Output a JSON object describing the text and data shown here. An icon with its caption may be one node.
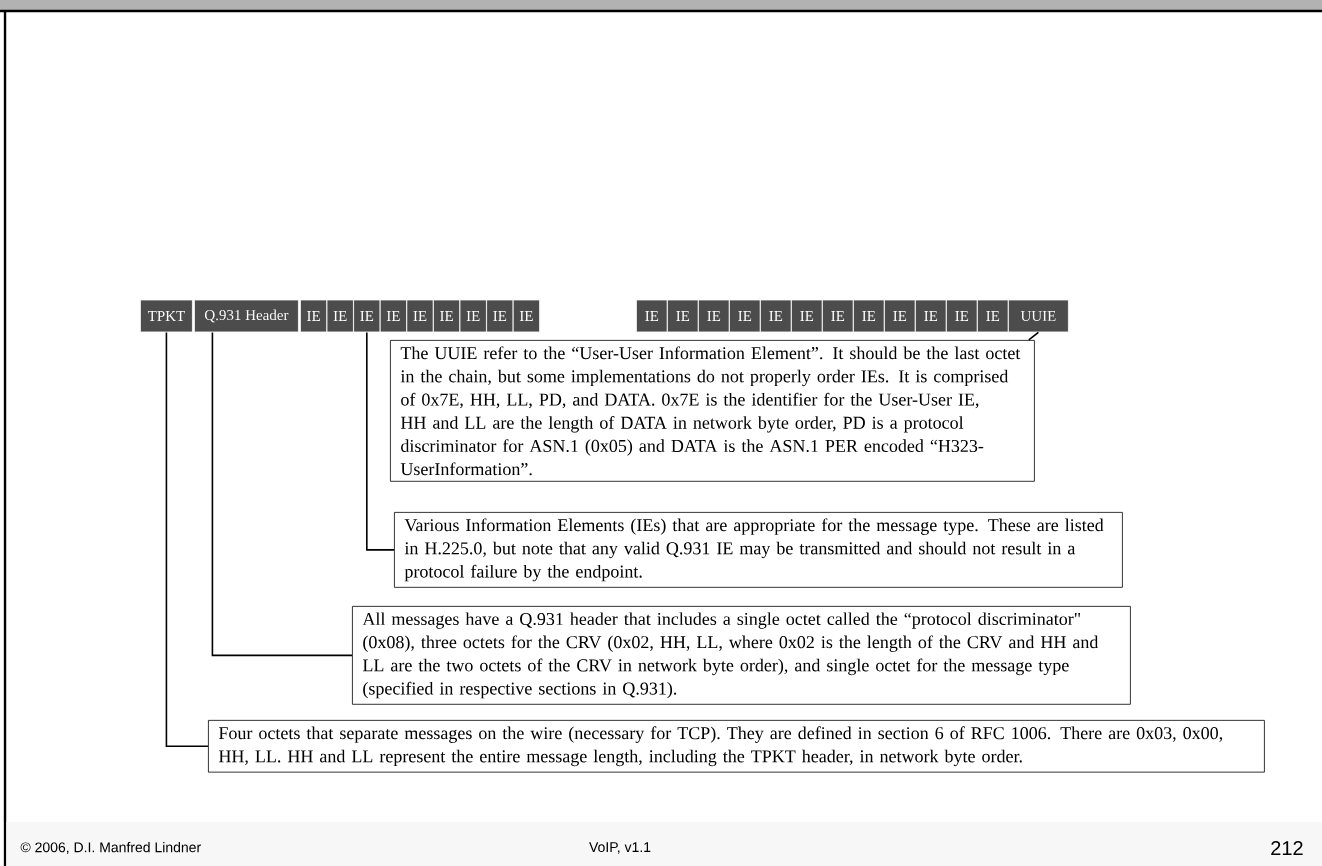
{
  "diagram": {
    "nodes": [
      {
        "text": [
          "TPKT"
        ]
      },
      {
        "text": [
          "Q.931 Header"
        ]
      },
      {
        "text": [
          "IE"
        ]
      },
      {
        "text": [
          "IE"
        ]
      },
      {
        "text": [
          "IE"
        ]
      },
      {
        "text": [
          "IE"
        ]
      },
      {
        "text": [
          "IE"
        ]
      },
      {
        "text": [
          "IE"
        ]
      },
      {
        "text": [
          "IE"
        ]
      },
      {
        "text": [
          "IE"
        ]
      },
      {
        "text": [
          "IE"
        ]
      },
      {
        "text": [
          "IE"
        ]
      },
      {
        "text": [
          "IE"
        ]
      },
      {
        "text": [
          "IE"
        ]
      },
      {
        "text": [
          "IE"
        ]
      },
      {
        "text": [
          "IE"
        ]
      },
      {
        "text": [
          "IE"
        ]
      },
      {
        "text": [
          "IE"
        ]
      },
      {
        "text": [
          "IE"
        ]
      },
      {
        "text": [
          "IE"
        ]
      },
      {
        "text": [
          "IE"
        ]
      },
      {
        "text": [
          "IE"
        ]
      },
      {
        "text": [
          "IE"
        ]
      },
      {
        "text": [
          "UUIE"
        ]
      },
      {
        "text": [
          "The UUIE refer to the “User-User Information Element”.  It should be the last octet in the chain, but some implementations do not properly order IEs.  It is comprised of 0x7E, HH, LL, PD, and DATA.  0x7E is the identifier for the User-User IE, HH and LL are the length of DATA in network byte order, PD is a protocol discriminator for ASN.1 (0x05) and DATA is the ASN.1 PER encoded “H323-UserInformation”."
        ]
      },
      {
        "text": [
          "Various Information Elements (IEs) that are appropriate for the message type.  These are listed in H.225.0, but note that any valid Q.931 IE may be transmitted and should not result in a protocol failure by the endpoint."
        ]
      },
      {
        "text": [
          "All messages have a Q.931 header that includes a single octet called the “protocol discriminator\" (0x08), three octets for the CRV (0x02, HH, LL, where 0x02 is the length of the CRV and HH and LL are the two octets of the CRV in network byte order), and single octet for the message type (specified in respective sections in Q.931)."
        ]
      },
      {
        "text": [
          "Four octets that separate messages on the wire (necessary for TCP).  They are defined in section 6 of RFC 1006.  There are 0x03, 0x00, HH, LL.  HH and LL represent the entire message length, including the TPKT header, in network byte order."
        ]
      }
    ],
    "edges": [
      {
        "from": 24,
        "to": 23,
        "arrow": "none"
      },
      {
        "from": 25,
        "to": 4,
        "arrow": "none"
      },
      {
        "from": 26,
        "to": 1,
        "arrow": "none"
      },
      {
        "from": 27,
        "to": 0,
        "arrow": "none"
      }
    ],
    "labels": [
      "© 2006, D.I. Manfred Lindner",
      "VoIP, v1.1",
      "212"
    ]
  }
}
